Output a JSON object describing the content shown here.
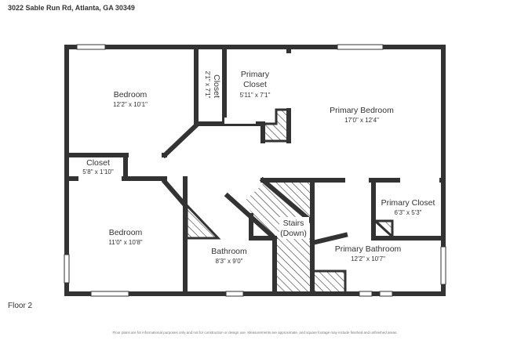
{
  "header": {
    "address": "3022 Sable Run Rd, Atlanta, GA 30349"
  },
  "footer": {
    "floor_label": "Floor 2",
    "disclaimer": "Floor plans are for informational purposes only and not for construction or design use. Measurements are approximate, and square footage may include finished and unfinished areas."
  },
  "rooms": {
    "bedroom_nw": {
      "name": "Bedroom",
      "dims": "12'2\" x 10'1\""
    },
    "closet_small": {
      "name": "Closet",
      "dims": "2'1\" x 7'1\""
    },
    "primary_closet_top": {
      "name1": "Primary",
      "name2": "Closet",
      "dims": "5'11\" x 7'1\""
    },
    "primary_bedroom": {
      "name": "Primary Bedroom",
      "dims": "17'0\" x 12'4\""
    },
    "closet_hall": {
      "name": "Closet",
      "dims": "5'8\" x 1'10\""
    },
    "bedroom_sw": {
      "name": "Bedroom",
      "dims": "11'0\" x 10'8\""
    },
    "bathroom": {
      "name": "Bathroom",
      "dims": "8'3\" x 9'0\""
    },
    "stairs": {
      "name1": "Stairs",
      "name2": "(Down)"
    },
    "primary_closet_right": {
      "name": "Primary Closet",
      "dims": "6'3\" x 5'3\""
    },
    "primary_bathroom": {
      "name": "Primary Bathroom",
      "dims": "12'2\" x 10'7\""
    }
  },
  "colors": {
    "wall": "#333333",
    "hatch": "#333333",
    "background": "#ffffff"
  }
}
